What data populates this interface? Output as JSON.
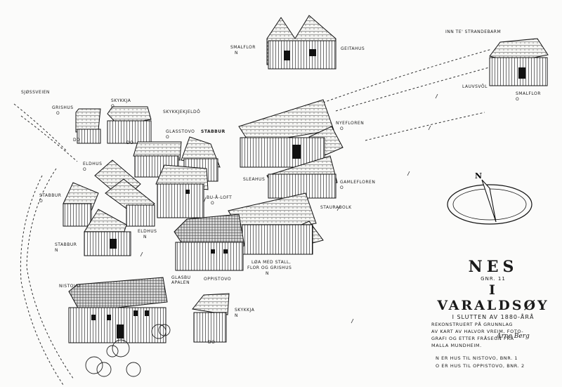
{
  "title": {
    "name": "NES",
    "gnr": "GNR. 11",
    "place": "I VARALDSØY",
    "period": "I SLUTTEN AV 1880-ÅRÅ",
    "description": [
      "REKONSTRUERT PÅ GRUNNLAG",
      "AV KART AV HALVOR VREIM, FOTO-",
      "GRAFI OG ETTER FRÅSEGN FRÅ",
      "MALLA MUNDHEIM."
    ],
    "signature": "Arne Berg"
  },
  "legend": {
    "n_note": "N  ER HUS TIL NISTOVO, BNR. 1",
    "o_note": "O  ER HUS TIL OPPISTOVO, BNR. 2"
  },
  "compass": {
    "label": "N"
  },
  "labels": {
    "smalflor_top": "SMALFLOR",
    "smalflor_top_mark": "N",
    "geitahus": "GEITAHUS",
    "inn_te": "INN TE' STRANDEBARM",
    "lauvsvol": "LAUVSVÔL",
    "smalflor_right": "SMALFLOR",
    "smalflor_right_mark": "O",
    "sjossveien": "SJØSSVEIEN",
    "grishus": "GRISHUS",
    "grishus_mark": "O",
    "skykkja_top": "SKYKKJA",
    "skykkja_top_mark": "O",
    "skykkjekjeldo": "SKYKKJEKJELDÔ",
    "glasstovo": "GLASSTOVO",
    "glasstovo_mark": "O",
    "stabbur_top": "STABBUR",
    "nyefloren": "NYEFLOREN",
    "nyefloren_mark": "O",
    "do1": "DO",
    "do2": "DO",
    "eldhus_top": "ELDHUS",
    "eldhus_top_mark": "O",
    "sleahus": "SLEAHUS",
    "gamlefloren": "GAMLEFLOREN",
    "gamlefloren_mark": "O",
    "stabbur_left": "STABBUR",
    "stabbur_left_mark": "O",
    "bu_a_loft": "BU-Å-LOFT",
    "bu_a_loft_mark": "O",
    "staurabolk": "STAURABOLK",
    "eldhus_mid": "ELDHUS",
    "eldhus_mid_mark": "N",
    "stabbur_low": "STABBUR",
    "stabbur_low_mark": "N",
    "loa": "LØA MED STALL,",
    "flor": "FLOR OG GRISHUS",
    "loa_mark": "N",
    "glasbu": "GLASBU",
    "apalen": "APALEN",
    "oppistovo": "OPPISTOVO",
    "nistovo": "NISTOVO",
    "skykkja_low": "SKYKKJA",
    "skykkja_low_mark": "N",
    "do_low": "DO"
  }
}
